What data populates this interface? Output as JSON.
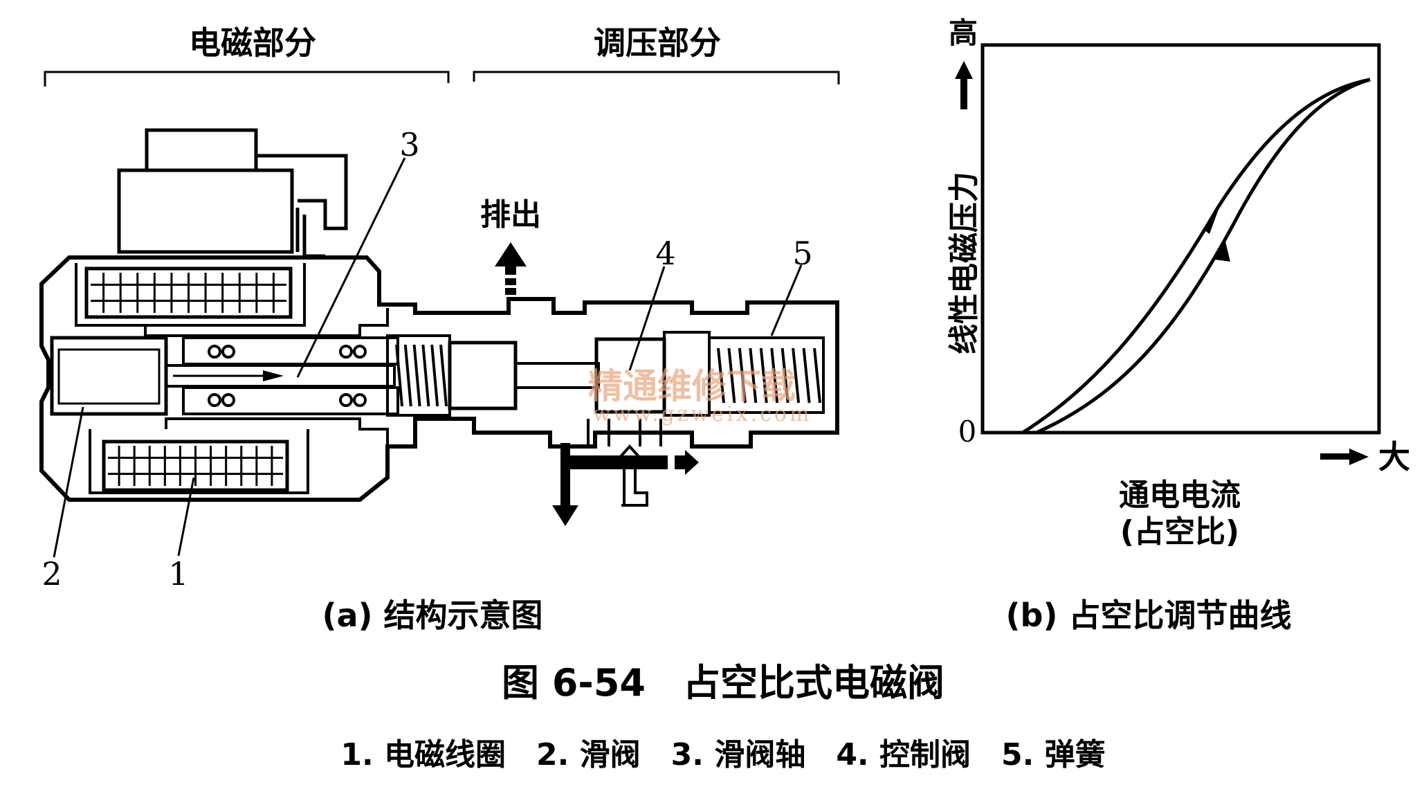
{
  "diagram_a": {
    "section_left": "电磁部分",
    "section_right": "调压部分",
    "exhaust_label": "排出",
    "callouts": [
      "1",
      "2",
      "3",
      "4",
      "5"
    ],
    "caption": "(a) 结构示意图"
  },
  "diagram_b": {
    "y_axis_label": "线性电磁压力",
    "y_axis_high": "高",
    "origin": "0",
    "x_axis_large": "大",
    "x_axis_label_line1": "通电电流",
    "x_axis_label_line2": "(占空比)",
    "caption": "(b) 占空比调节曲线"
  },
  "figure": {
    "title": "图 6-54　占空比式电磁阀",
    "legend": "1. 电磁线圈　2. 滑阀　3. 滑阀轴　4. 控制阀　5. 弹簧"
  },
  "watermark": {
    "line1": "精通维修下载",
    "line2": "www.gzweix.com"
  }
}
